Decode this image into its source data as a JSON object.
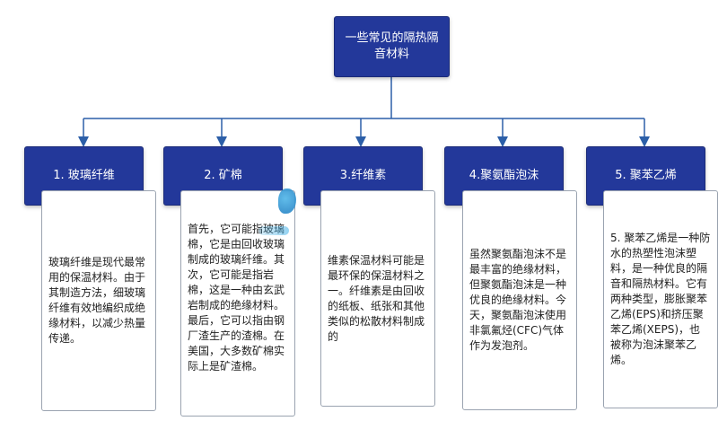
{
  "root": {
    "title": "一些常见的隔热隔音材料"
  },
  "categories": [
    {
      "label": "1. 玻璃纤维",
      "description": "玻璃纤维是现代最常用的保温材料。由于其制造方法，细玻璃纤维有效地编织成绝缘材料，以减少热量传递。"
    },
    {
      "label": "2. 矿棉",
      "description": "首先，它可能指玻璃棉，它是由回收玻璃制成的玻璃纤维。其次，它可能是指岩棉，这是一种由玄武岩制成的绝缘材料。最后，它可以指由钢厂渣生产的渣棉。在美国，大多数矿棉实际上是矿渣棉。"
    },
    {
      "label": "3.纤维素",
      "description": "维素保温材料可能是最环保的保温材料之一。纤维素是由回收的纸板、纸张和其他类似的松散材料制成的"
    },
    {
      "label": "4.聚氨酯泡沫",
      "description": "虽然聚氨酯泡沫不是最丰富的绝缘材料，但聚氨酯泡沫是一种优良的绝缘材料。今天，聚氨酯泡沫使用非氯氟烃(CFC)气体作为发泡剂。"
    },
    {
      "label": "5. 聚苯乙烯",
      "description": "5. 聚苯乙烯是一种防水的热塑性泡沫塑料，是一种优良的隔音和隔热材料。它有两种类型，膨胀聚苯乙烯(EPS)和挤压聚苯乙烯(XEPS)，也被称为泡沫聚苯乙烯。"
    }
  ],
  "colors": {
    "box_fill": "#23389a",
    "connector": "#2c5fa8",
    "description_border": "#9aa3b0"
  }
}
